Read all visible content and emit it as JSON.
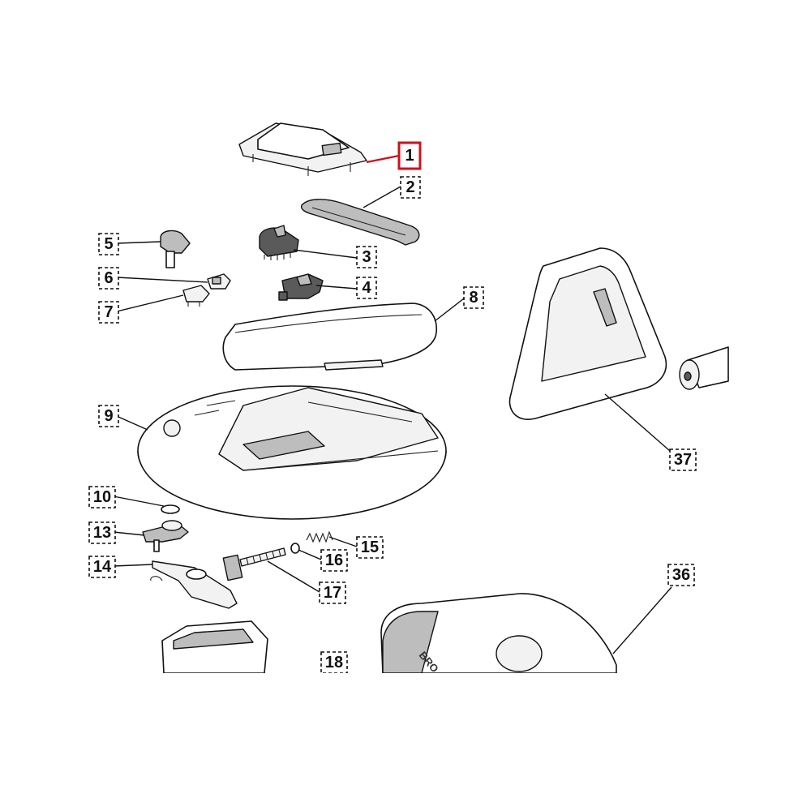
{
  "diagram": {
    "callouts": [
      {
        "id": "1",
        "text": "1",
        "active": true
      },
      {
        "id": "2",
        "text": "2"
      },
      {
        "id": "3",
        "text": "3"
      },
      {
        "id": "4",
        "text": "4"
      },
      {
        "id": "5",
        "text": "5"
      },
      {
        "id": "6",
        "text": "6"
      },
      {
        "id": "7",
        "text": "7"
      },
      {
        "id": "8",
        "text": "8"
      },
      {
        "id": "9",
        "text": "9"
      },
      {
        "id": "10",
        "text": "10"
      },
      {
        "id": "13",
        "text": "13"
      },
      {
        "id": "14",
        "text": "14"
      },
      {
        "id": "15",
        "text": "15"
      },
      {
        "id": "16",
        "text": "16"
      },
      {
        "id": "17",
        "text": "17"
      },
      {
        "id": "18",
        "text": "18"
      },
      {
        "id": "36",
        "text": "36"
      },
      {
        "id": "37",
        "text": "37"
      }
    ],
    "highlight_color": "#d0101a",
    "part_brand_text": "BRO"
  }
}
